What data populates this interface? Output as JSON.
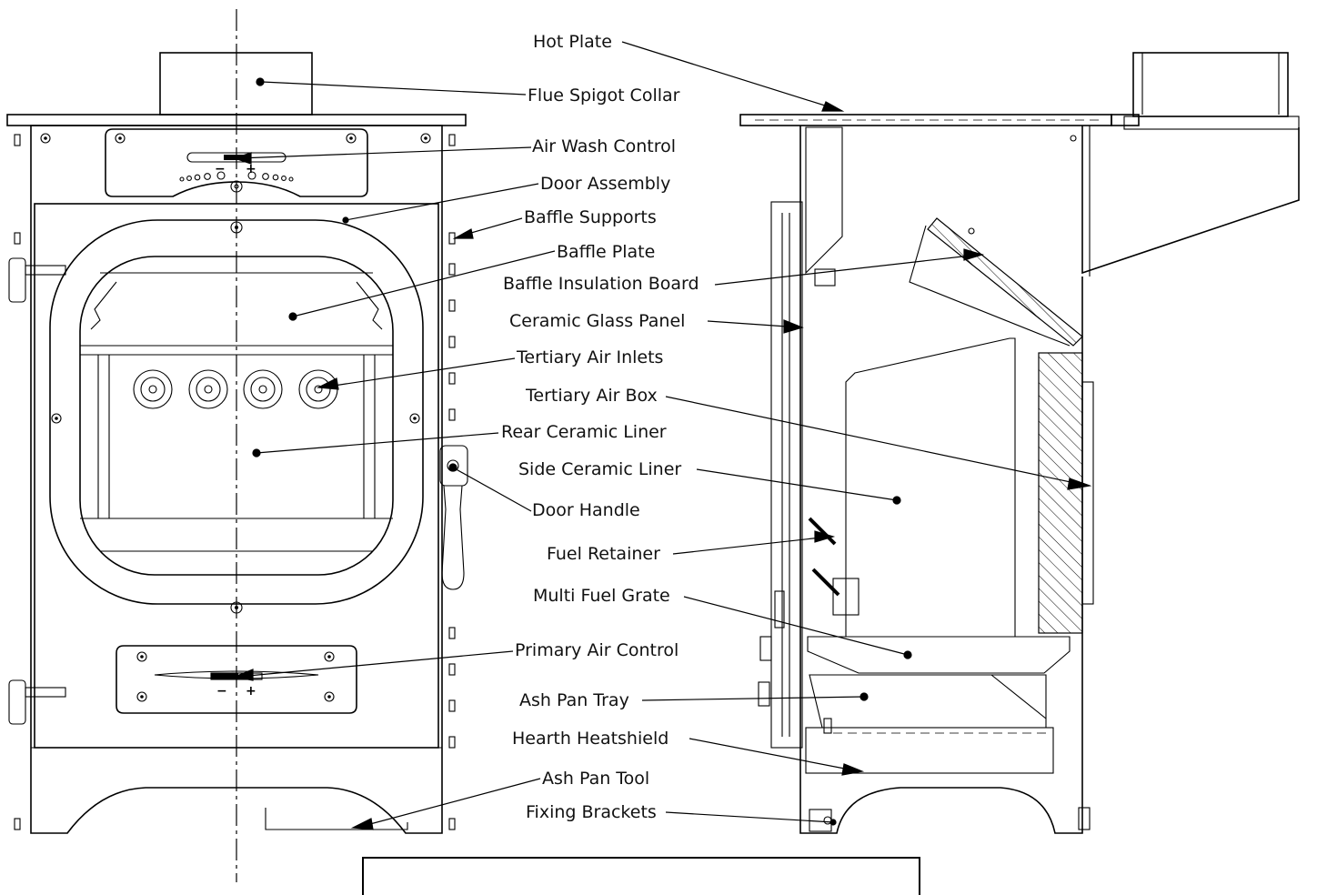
{
  "labels": {
    "hot_plate": "Hot Plate",
    "flue_spigot_collar": "Flue Spigot Collar",
    "air_wash_control": "Air Wash Control",
    "door_assembly": "Door Assembly",
    "baffle_supports": "Baffle Supports",
    "baffle_plate": "Baffle Plate",
    "baffle_insulation_board": "Baffle Insulation Board",
    "ceramic_glass_panel": "Ceramic Glass Panel",
    "tertiary_air_inlets": "Tertiary Air Inlets",
    "tertiary_air_box": "Tertiary Air Box",
    "rear_ceramic_liner": "Rear Ceramic Liner",
    "side_ceramic_liner": "Side Ceramic Liner",
    "door_handle": "Door Handle",
    "fuel_retainer": "Fuel Retainer",
    "multi_fuel_grate": "Multi Fuel Grate",
    "primary_air_control": "Primary Air Control",
    "ash_pan_tray": "Ash Pan Tray",
    "hearth_heatshield": "Hearth Heatshield",
    "ash_pan_tool": "Ash Pan Tool",
    "fixing_brackets": "Fixing Brackets"
  },
  "control_markings": {
    "minus": "−",
    "plus": "+"
  },
  "colors": {
    "line": "#000000",
    "background": "#ffffff"
  }
}
